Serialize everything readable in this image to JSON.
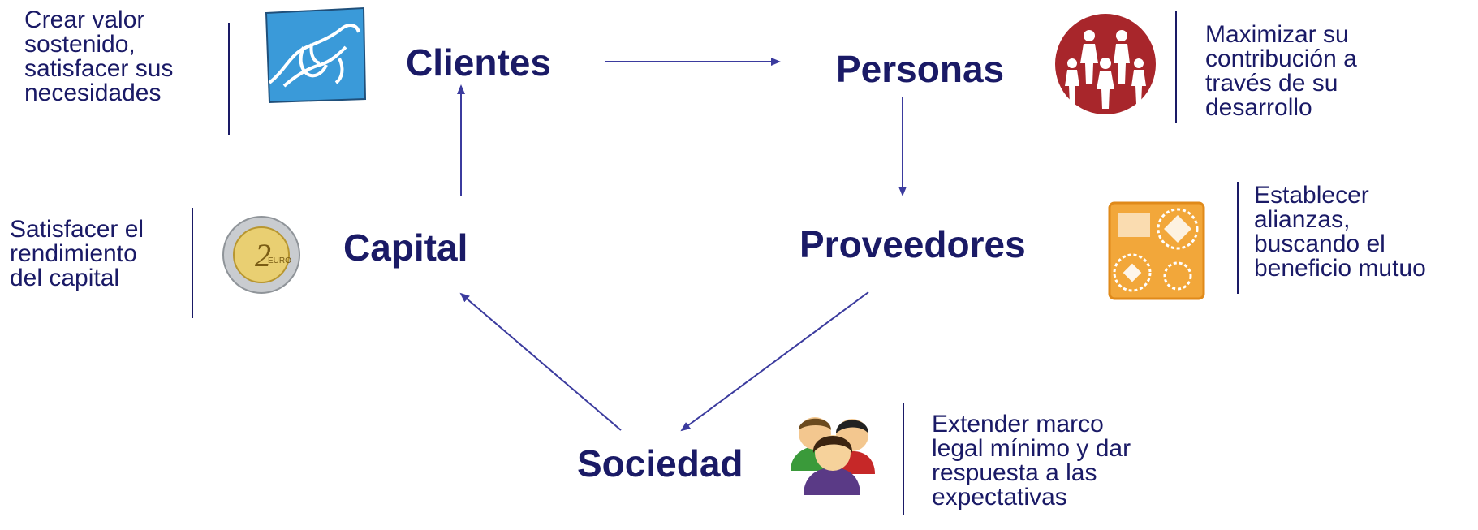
{
  "colors": {
    "text": "#1a1a66",
    "arrow": "#3b3b9e",
    "clientes_icon_bg": "#3a9ad9",
    "personas_icon_bg": "#a8262b",
    "proveedores_icon_bg": "#f2a73a"
  },
  "nodes": {
    "clientes": {
      "label": "Clientes",
      "icon": "handshake-icon",
      "description": [
        "Crear valor",
        "sostenido,",
        "satisfacer sus",
        "necesidades"
      ]
    },
    "personas": {
      "label": "Personas",
      "icon": "people-icon",
      "description": [
        "Maximizar su",
        "contribución a",
        "través de su",
        "desarrollo"
      ]
    },
    "proveedores": {
      "label": "Proveedores",
      "icon": "gears-icon",
      "description": [
        "Establecer",
        "alianzas,",
        "buscando el",
        "beneficio mutuo"
      ]
    },
    "sociedad": {
      "label": "Sociedad",
      "icon": "group-icon",
      "description": [
        "Extender marco",
        "legal mínimo y dar",
        "respuesta a las",
        "expectativas"
      ]
    },
    "capital": {
      "label": "Capital",
      "icon": "coin-icon",
      "coin_text": "2",
      "coin_subtext": "EURO",
      "description": [
        "Satisfacer el",
        "rendimiento",
        "del capital"
      ]
    }
  },
  "arrows": [
    {
      "from": "Clientes",
      "to": "Personas"
    },
    {
      "from": "Personas",
      "to": "Proveedores"
    },
    {
      "from": "Proveedores",
      "to": "Sociedad"
    },
    {
      "from": "Sociedad",
      "to": "Capital"
    },
    {
      "from": "Capital",
      "to": "Clientes"
    }
  ]
}
